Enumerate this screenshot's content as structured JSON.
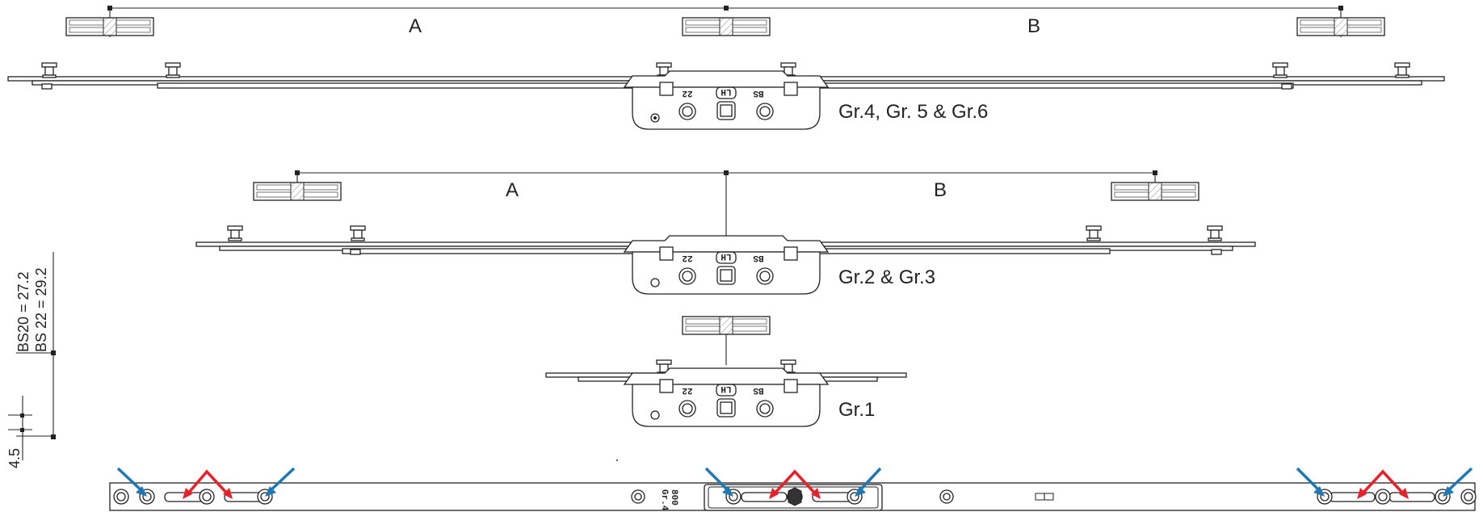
{
  "dimension_labels": {
    "a": "A",
    "b": "B"
  },
  "groups": {
    "gr456": "Gr.4, Gr. 5 & Gr.6",
    "gr23": "Gr.2 & Gr.3",
    "gr1": "Gr.1"
  },
  "lock_marks": {
    "left": "22",
    "center": "LH",
    "right": "BS"
  },
  "backset": {
    "bs20": "BS20 = 27.2",
    "bs22": "BS 22 = 29.2",
    "offset": "4.5"
  },
  "bar_marking": {
    "line1": "Gr.4",
    "line2": "800"
  },
  "arrow_colors": {
    "blue": "#1f77b4",
    "red": "#e8222b"
  }
}
